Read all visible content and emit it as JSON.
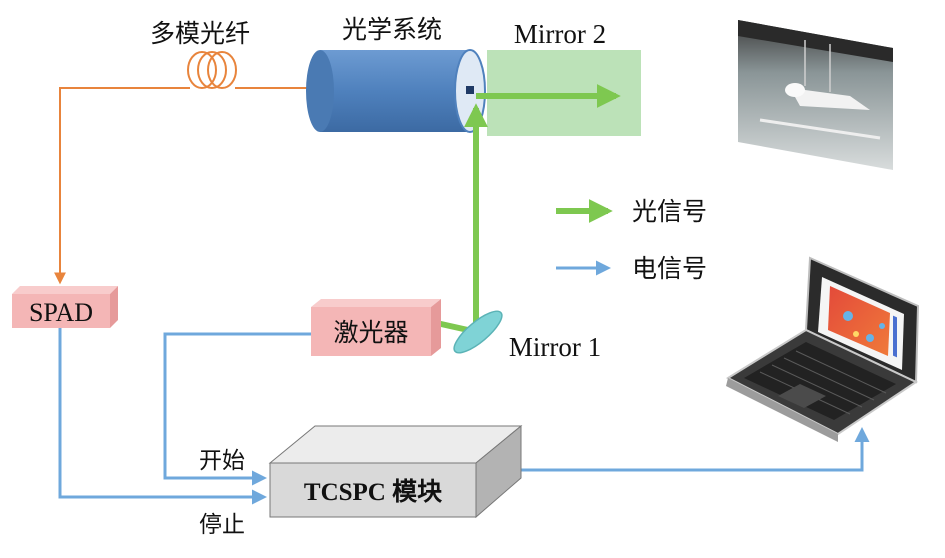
{
  "labels": {
    "fiber": "多模光纤",
    "optics": "光学系统",
    "mirror2": "Mirror 2",
    "mirror1": "Mirror 1",
    "spad": "SPAD",
    "laser": "激光器",
    "tcspc": "TCSPC 模块",
    "start": "开始",
    "stop": "停止"
  },
  "legend": {
    "optical": "光信号",
    "electrical": "电信号"
  },
  "colors": {
    "optical_signal": "#7ec850",
    "electrical_signal": "#6fa8dc",
    "fiber_line": "#e8843c",
    "spad_box": "#f4b6b6",
    "laser_box": "#f4b6b6",
    "optics_cylinder": "#4f81bd",
    "mirror2_panel": "#b5dfb0",
    "mirror1_disc": "#7fd3d6",
    "tcspc_box": "#d9d9d9"
  }
}
